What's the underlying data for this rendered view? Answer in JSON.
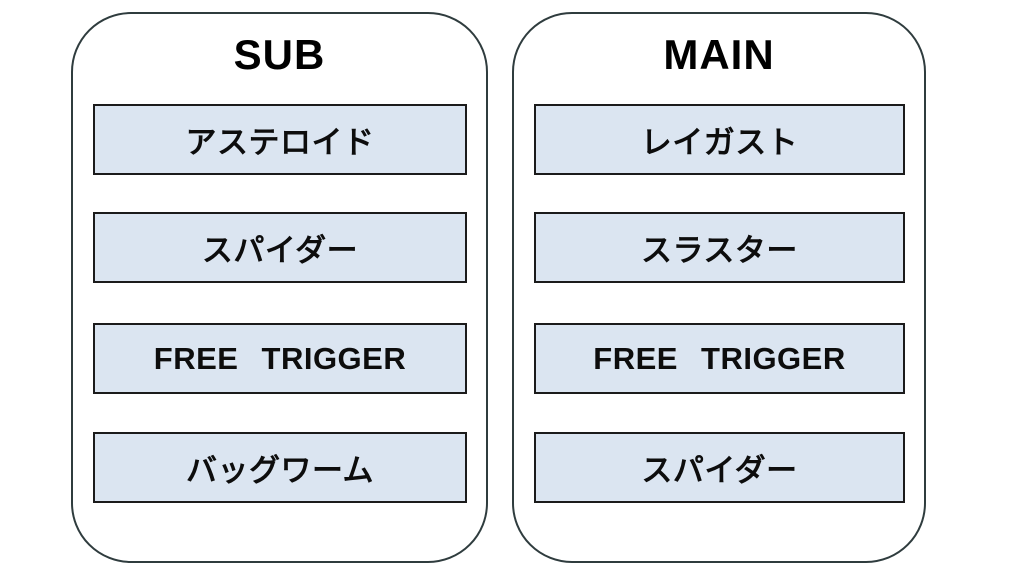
{
  "panels": [
    {
      "title": "SUB",
      "items": [
        "アステロイド",
        "スパイダー",
        "FREE TRIGGER",
        "バッグワーム"
      ]
    },
    {
      "title": "MAIN",
      "items": [
        "レイガスト",
        "スラスター",
        "FREE TRIGGER",
        "スパイダー"
      ]
    }
  ],
  "colors": {
    "background": "#ffffff",
    "panel_border": "#2f3c3e",
    "box_fill": "#dbe5f1",
    "box_border": "#1b1b1b",
    "text": "#0d0d0d"
  }
}
